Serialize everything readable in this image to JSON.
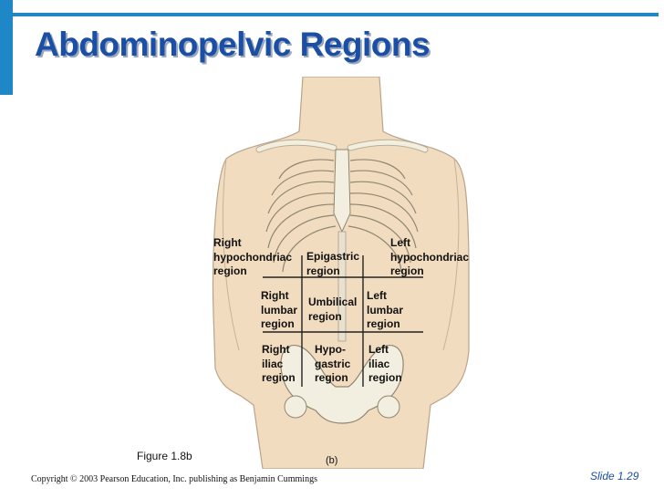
{
  "slide": {
    "title": "Abdominopelvic Regions",
    "figure_label": "Figure 1.8b",
    "panel_label": "(b)",
    "copyright": "Copyright © 2003 Pearson Education, Inc. publishing as Benjamin Cummings",
    "slide_number": "Slide 1.29"
  },
  "regions": {
    "right_hypochondriac": "Right\nhypochondriac\nregion",
    "epigastric": "Epigastric\nregion",
    "left_hypochondriac": "Left\nhypochondriac\nregion",
    "right_lumbar": "Right\nlumbar\nregion",
    "umbilical": "Umbilical\nregion",
    "left_lumbar": "Left\nlumbar\nregion",
    "right_iliac": "Right\niliac\nregion",
    "hypogastric": "Hypo-\ngastric\nregion",
    "left_iliac": "Left\niliac\nregion"
  },
  "colors": {
    "accent": "#1f86c7",
    "title": "#1a4fa5",
    "skin": "#f2dcc0",
    "bone": "#f3efe0"
  }
}
